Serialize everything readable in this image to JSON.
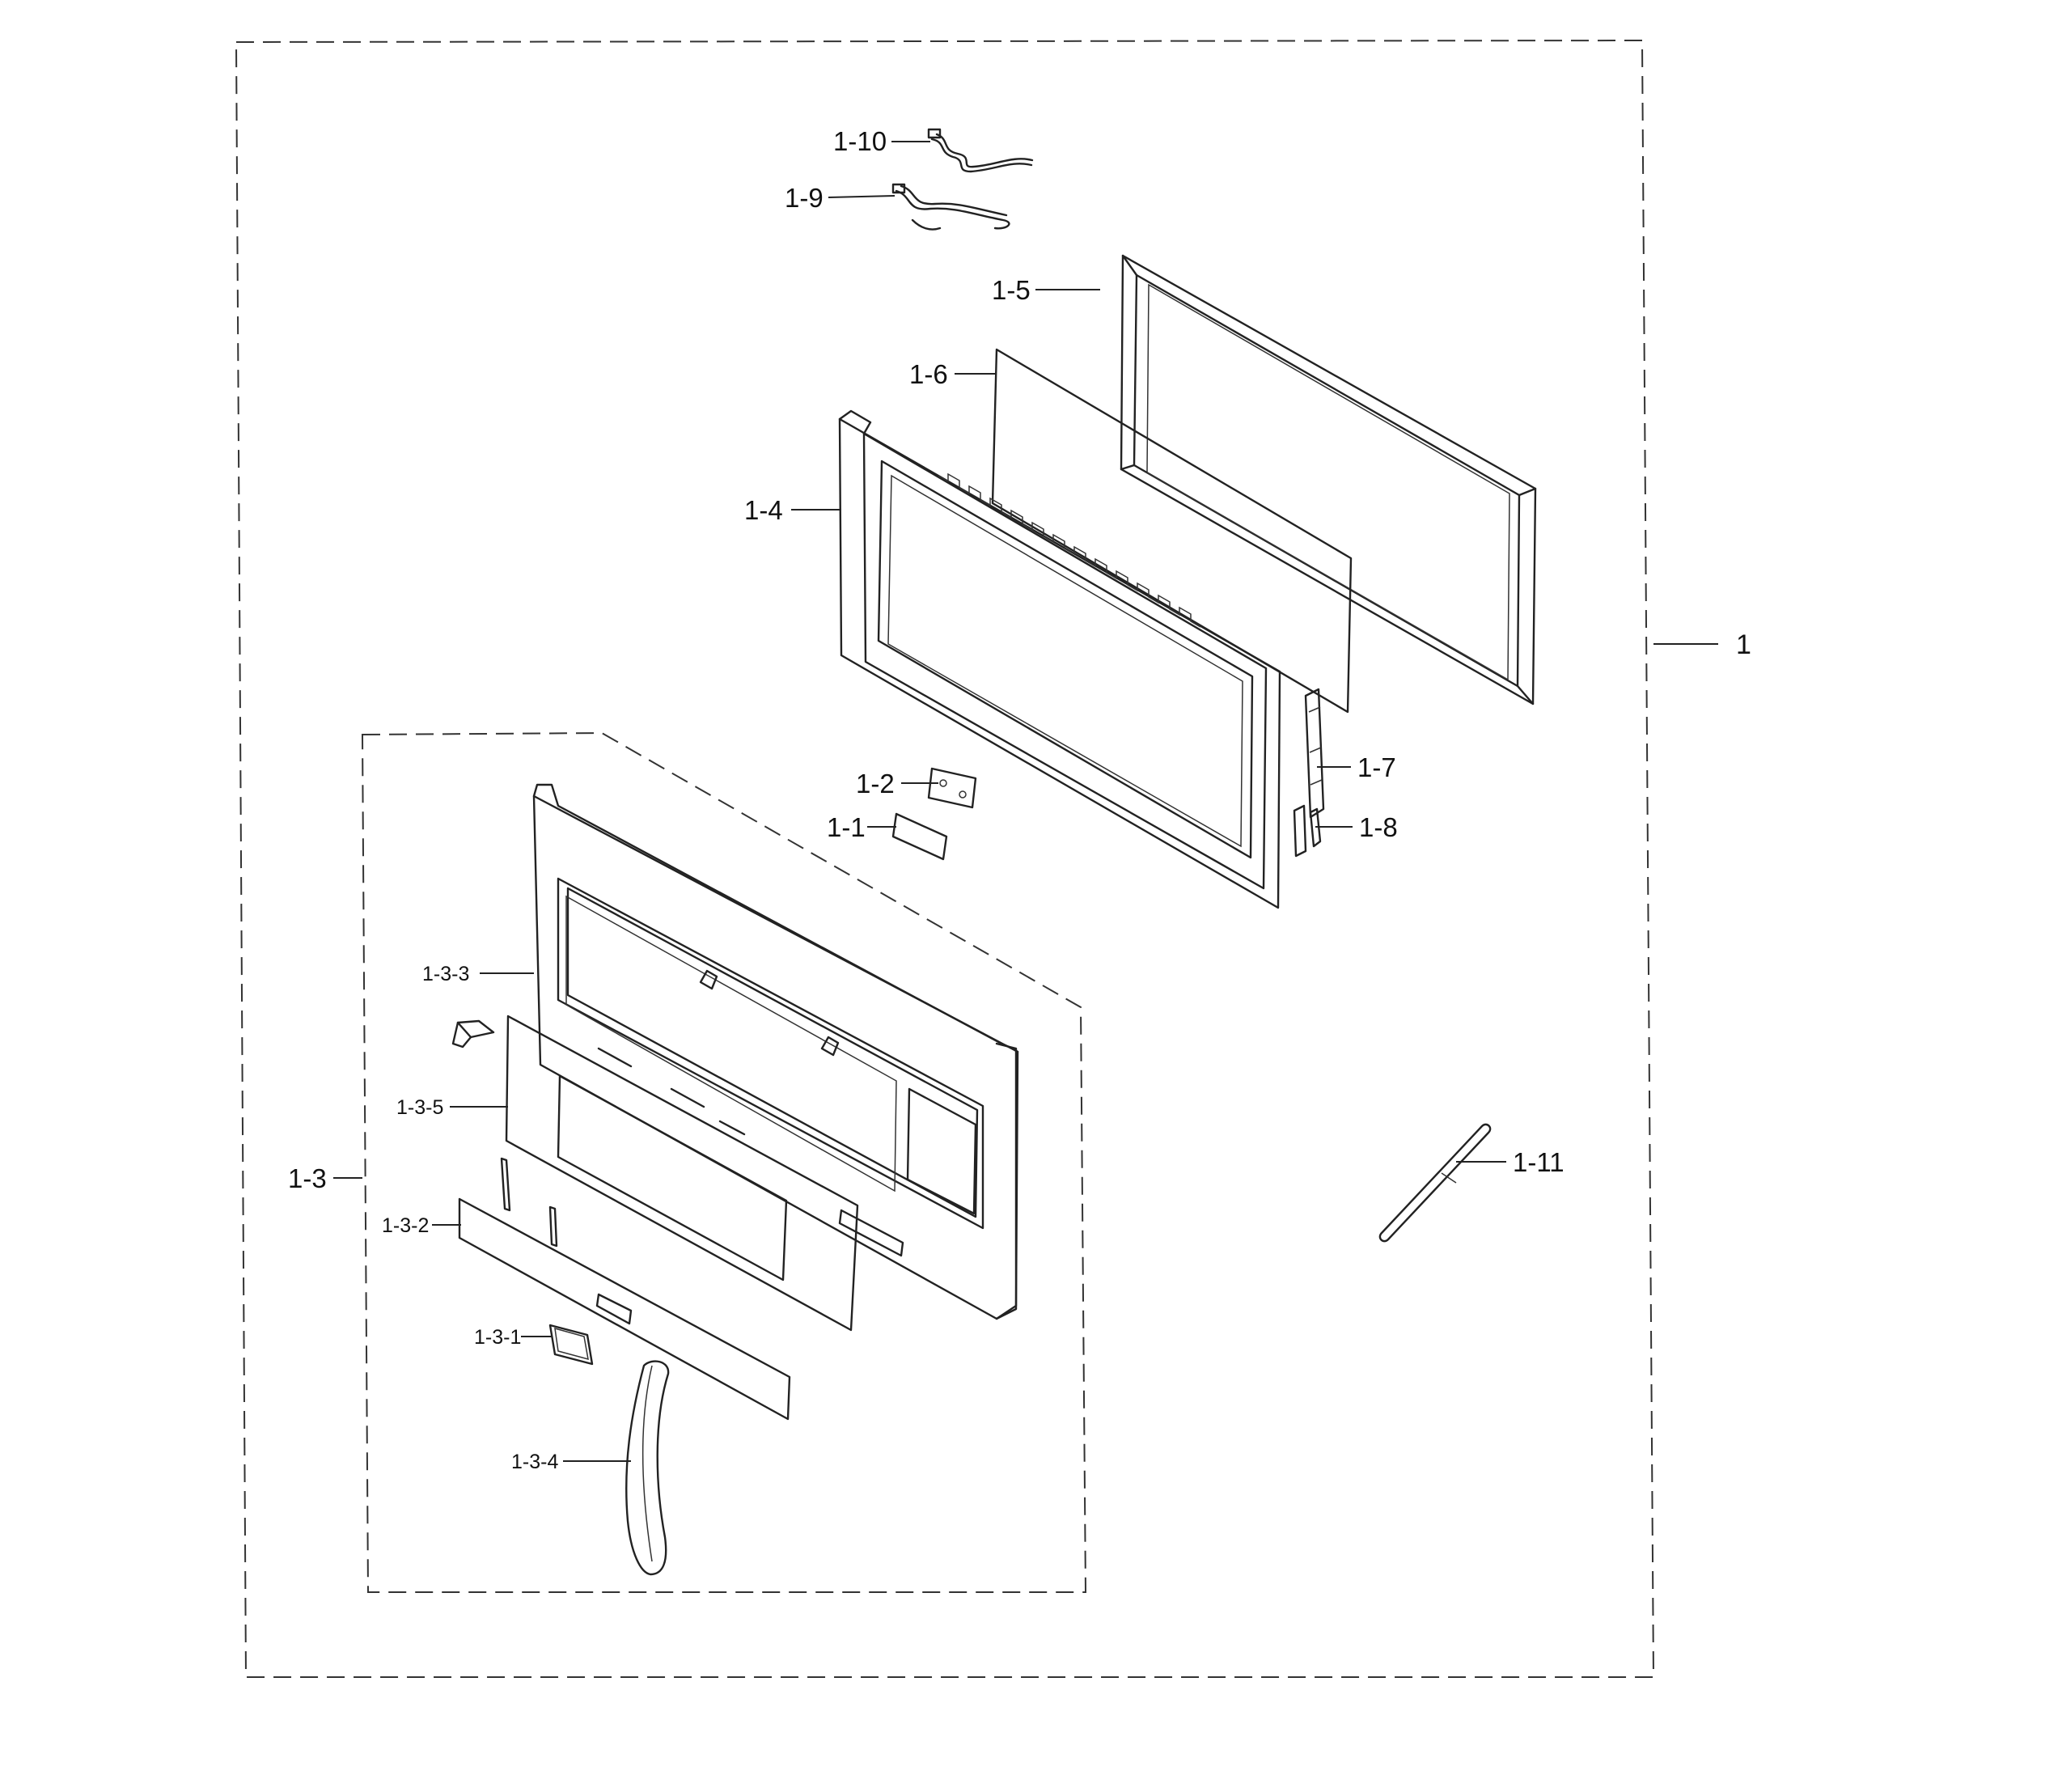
{
  "labels": {
    "assembly": "1",
    "p1_1": "1-1",
    "p1_2": "1-2",
    "p1_3": "1-3",
    "p1_3_1": "1-3-1",
    "p1_3_2": "1-3-2",
    "p1_3_3": "1-3-3",
    "p1_3_4": "1-3-4",
    "p1_3_5": "1-3-5",
    "p1_4": "1-4",
    "p1_5": "1-5",
    "p1_6": "1-6",
    "p1_7": "1-7",
    "p1_8": "1-8",
    "p1_9": "1-9",
    "p1_10": "1-10",
    "p1_11": "1-11"
  },
  "colors": {
    "line": "#222222",
    "background": "#ffffff"
  }
}
